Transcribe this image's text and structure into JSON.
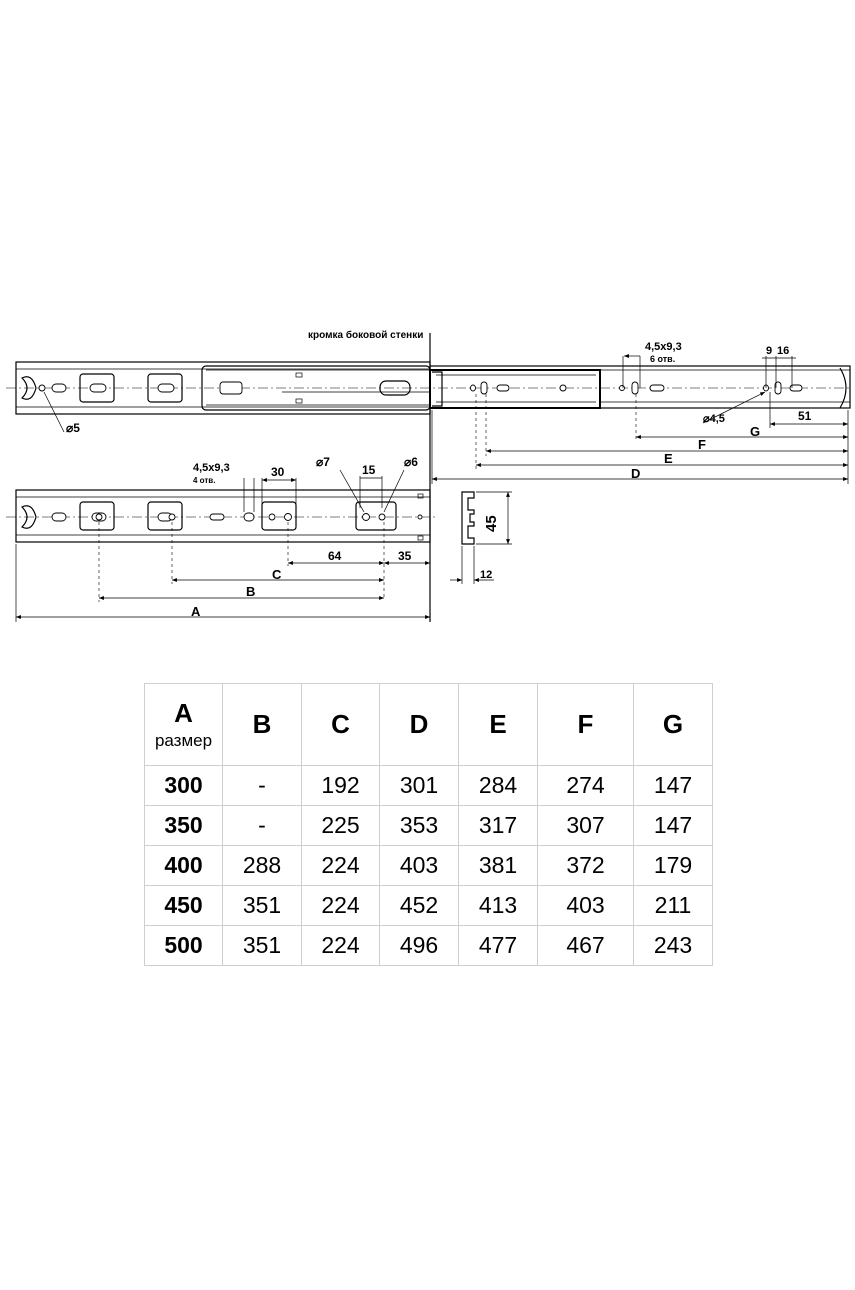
{
  "drawing": {
    "edge_label": "кромка боковой стенки",
    "top_slot": "4,5x9,3",
    "top_slot_count": "6 отв.",
    "dim_9": "9",
    "dim_16": "16",
    "hole_45": "⌀4,5",
    "dim_51": "51",
    "hole_5": "⌀5",
    "left_slot": "4,5x9,3",
    "left_slot_count": "4 отв.",
    "dim_30": "30",
    "hole_7": "⌀7",
    "dim_15": "15",
    "hole_6": "⌀6",
    "dim_64": "64",
    "dim_35": "35",
    "dim_45": "45",
    "dim_12": "12",
    "letters": {
      "A": "A",
      "B": "B",
      "C": "C",
      "D": "D",
      "E": "E",
      "F": "F",
      "G": "G"
    }
  },
  "table": {
    "headers": [
      "A",
      "B",
      "C",
      "D",
      "E",
      "F",
      "G"
    ],
    "first_sub": "размер",
    "rows": [
      [
        "300",
        "-",
        "192",
        "301",
        "284",
        "274",
        "147"
      ],
      [
        "350",
        "-",
        "225",
        "353",
        "317",
        "307",
        "147"
      ],
      [
        "400",
        "288",
        "224",
        "403",
        "381",
        "372",
        "179"
      ],
      [
        "450",
        "351",
        "224",
        "452",
        "413",
        "403",
        "211"
      ],
      [
        "500",
        "351",
        "224",
        "496",
        "477",
        "467",
        "243"
      ]
    ]
  }
}
